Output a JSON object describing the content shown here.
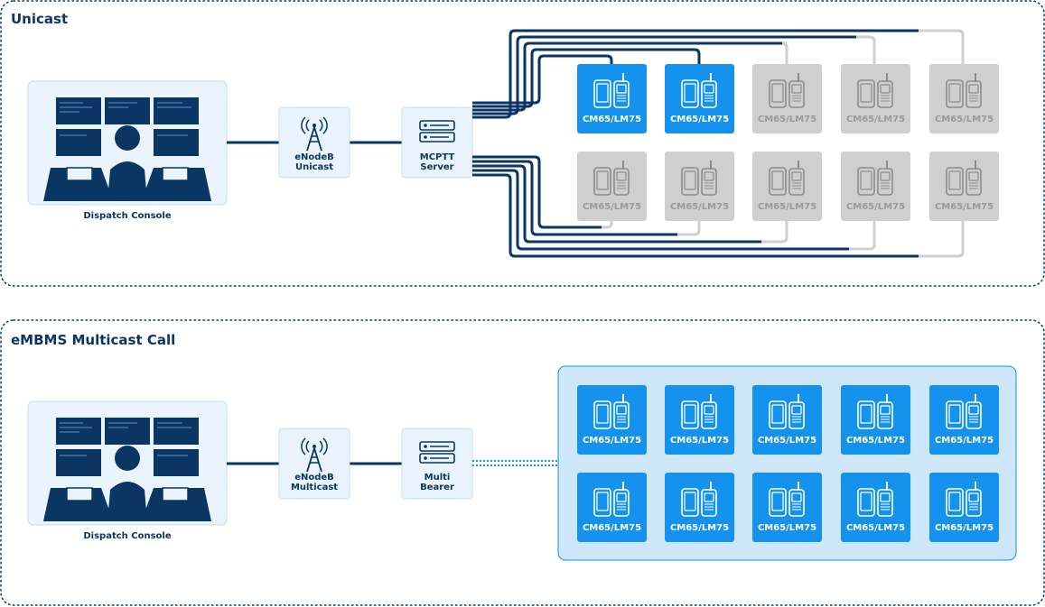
{
  "sections": [
    {
      "title": "Unicast",
      "console_label": "Dispatch Console",
      "enodeb_label": [
        "eNodeB",
        "Unicast"
      ],
      "server_label": [
        "MCPTT",
        "Server"
      ],
      "device_label": "CM65/LM75",
      "devices_active": [
        true,
        true,
        false,
        false,
        false,
        false,
        false,
        false,
        false,
        false
      ]
    },
    {
      "title": "eMBMS Multicast Call",
      "console_label": "Dispatch Console",
      "enodeb_label": [
        "eNodeB",
        "Multicast"
      ],
      "server_label": [
        "Multi",
        "Bearer"
      ],
      "device_label": "CM65/LM75",
      "devices_active": [
        true,
        true,
        true,
        true,
        true,
        true,
        true,
        true,
        true,
        true
      ]
    }
  ],
  "colors": {
    "navy": "#0b3563",
    "active_blue": "#1592ee",
    "inactive_gray": "#cfcfcf",
    "panel_bg": "#eaf4fc",
    "group_bg": "#cde6f8"
  }
}
